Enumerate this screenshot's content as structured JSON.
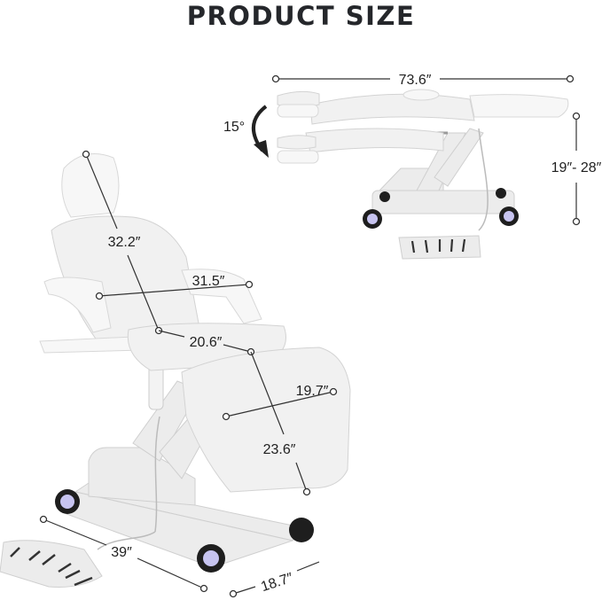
{
  "title": "PRODUCT SIZE",
  "flat_view": {
    "length": "73.6″",
    "height_range": "19″- 28″",
    "tilt_angle": "15°",
    "tilt_icon": "curved-arrow-down-icon"
  },
  "chair_view": {
    "backrest_length": "32.2″",
    "armrest_width": "31.5″",
    "seat_length": "20.6″",
    "legrest_width": "19.7″",
    "legrest_length": "23.6″",
    "base_length": "39″",
    "base_width": "18.7″"
  },
  "colors": {
    "text": "#25272b",
    "upholstery": "#f1f1f1",
    "wheel": "#1e1e1e",
    "wheel_hub": "#c7c4f0"
  }
}
